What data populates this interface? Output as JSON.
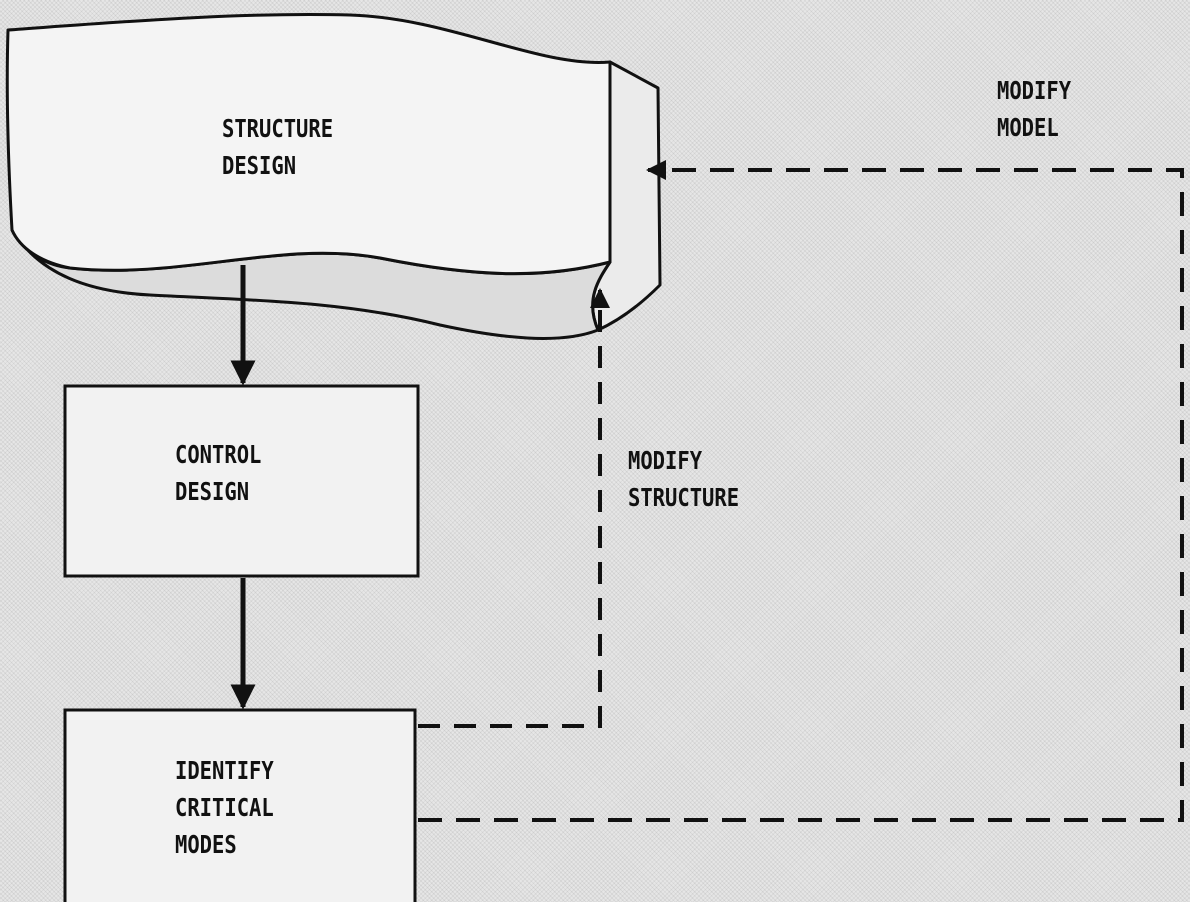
{
  "blocks": {
    "structure_design": [
      "STRUCTURE",
      "DESIGN"
    ],
    "control_design": [
      "CONTROL",
      "DESIGN"
    ],
    "identify_critical_modes": [
      "IDENTIFY",
      "CRITICAL",
      "MODES"
    ]
  },
  "feedback_labels": {
    "modify_model": [
      "MODIFY",
      "MODEL"
    ],
    "modify_structure": [
      "MODIFY",
      "STRUCTURE"
    ]
  },
  "colors": {
    "ink": "#111111",
    "block_fill": "#f2f2f2",
    "background": "#e6e6e6"
  }
}
